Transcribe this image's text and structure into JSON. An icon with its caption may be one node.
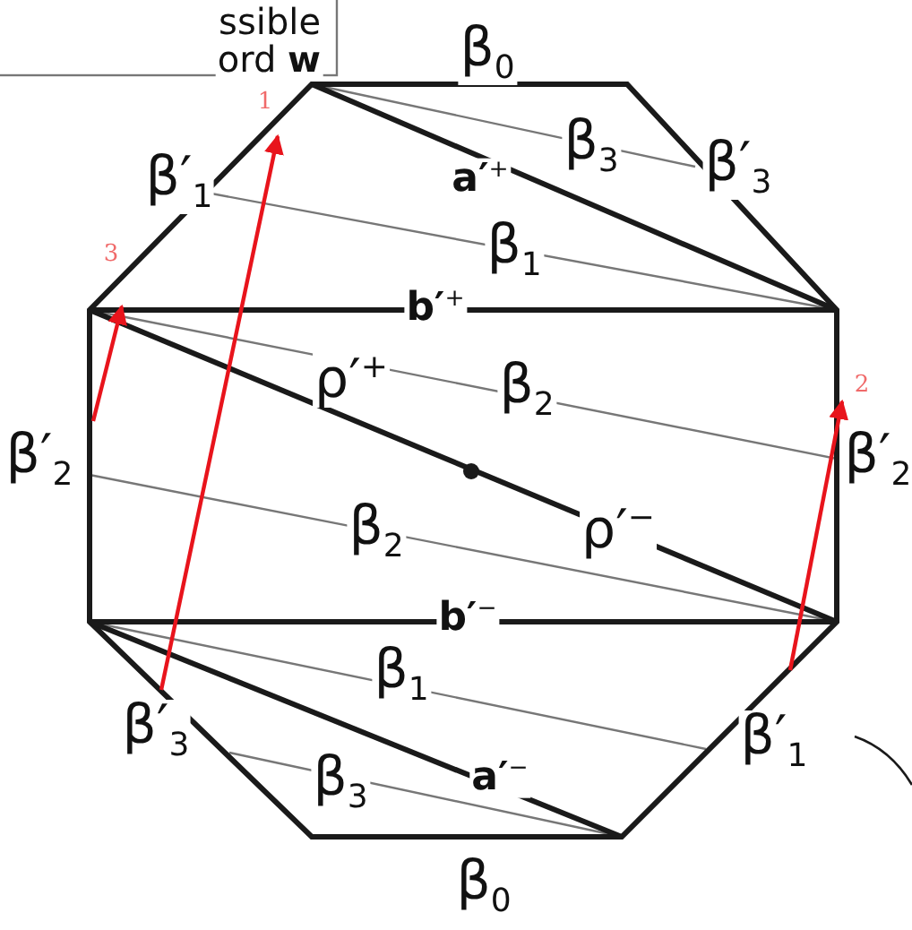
{
  "diagram": {
    "labels": [
      "ssible",
      "ord **w**",
      "1",
      "β$_{0}$",
      "β′$_{1}$",
      "**a′**$^{+}$",
      "β$_{3}$",
      "β′$_{3}$",
      "3",
      "β$_{1}$",
      "**b′**$^{+}$",
      "2",
      "ρ′$^{+}$",
      "β$_{2}$",
      "β′$_{2}$",
      "β′$_{2}$",
      "β$_{2}$",
      "ρ′$^{−}$",
      "**b′**$^{−}$",
      "β$_{1}$",
      "β′$_{3}$",
      "β′$_{1}$",
      "β$_{3}$",
      "**a′**$^{−}$",
      "β$_{0}$"
    ]
  }
}
